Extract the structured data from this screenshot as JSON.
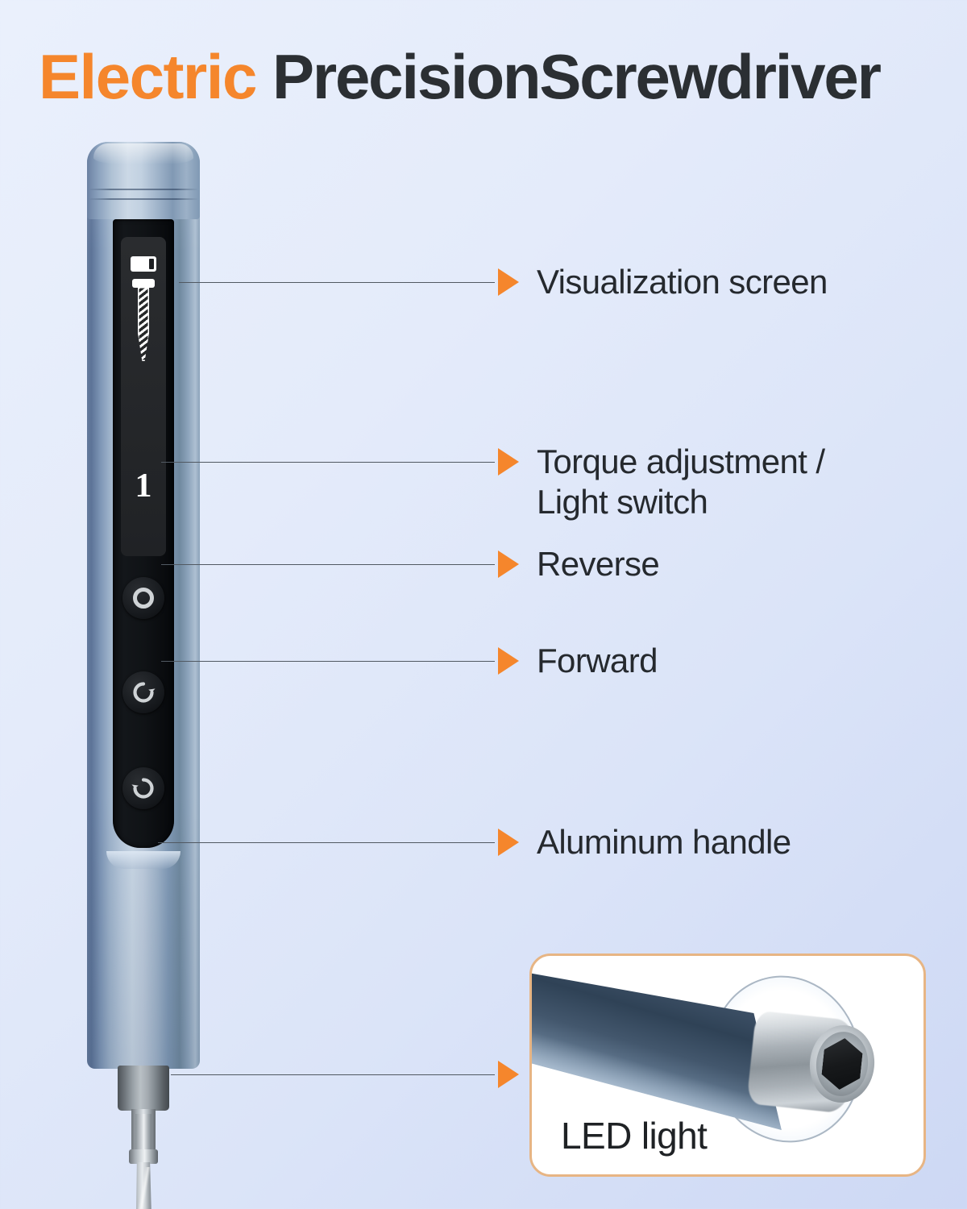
{
  "title": {
    "accent_word": "Electric",
    "main_word": "PrecisionScrewdriver",
    "accent_color": "#F5862C",
    "main_color": "#2b2f33"
  },
  "device": {
    "screen": {
      "battery_icon": "battery-icon",
      "screw_icon": "screw-icon",
      "gear_value": "1"
    },
    "buttons": [
      {
        "name": "torque-light-button",
        "icon": "circle-icon"
      },
      {
        "name": "reverse-button",
        "icon": "rotate-clockwise-icon"
      },
      {
        "name": "forward-button",
        "icon": "rotate-counterclockwise-icon"
      }
    ],
    "tip": {
      "chuck": "chuck-collar",
      "bit": "flathead-bit"
    }
  },
  "callouts": [
    {
      "id": "visualization-screen",
      "label": "Visualization screen"
    },
    {
      "id": "torque-light-switch",
      "label": "Torque adjustment /\nLight switch"
    },
    {
      "id": "reverse",
      "label": "Reverse"
    },
    {
      "id": "forward",
      "label": "Forward"
    },
    {
      "id": "aluminum-handle",
      "label": "Aluminum handle"
    },
    {
      "id": "led-light",
      "label": ""
    }
  ],
  "led_card": {
    "label": "LED light",
    "border_color": "#e7b584",
    "background": "#ffffff"
  },
  "colors": {
    "background_top": "#eaf0fc",
    "background_bottom": "#cdd8f4",
    "accent_orange": "#F5862C",
    "text_dark": "#25292e",
    "leader_line": "#515962",
    "body_blue": "#7d96b4"
  }
}
